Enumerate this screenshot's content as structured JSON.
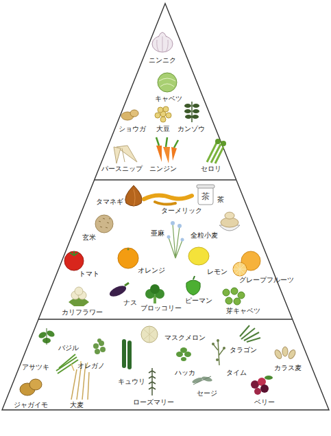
{
  "diagram": {
    "labels": [
      "ニンニク",
      "キャベツ",
      "ショウガ",
      "大豆",
      "カンゾウ",
      "パースニップ",
      "ニンジン",
      "セロリ",
      "タマネギ",
      "茶",
      "茶",
      "ターメリック",
      "玄米",
      "亜麻",
      "全粒小麦",
      "トマト",
      "オレンジ",
      "レモン",
      "グレープフルーツ",
      "カリフラワー",
      "ナス",
      "ブロッコリー",
      "ピーマン",
      "芽キャベツ",
      "バジル",
      "マスクメロン",
      "タラゴン",
      "アサツキ",
      "オレガノ",
      "ハッカ",
      "タイム",
      "カラス麦",
      "キュウリ",
      "セージ",
      "ジャガイモ",
      "大麦",
      "ローズマリー",
      "ベリー"
    ]
  }
}
